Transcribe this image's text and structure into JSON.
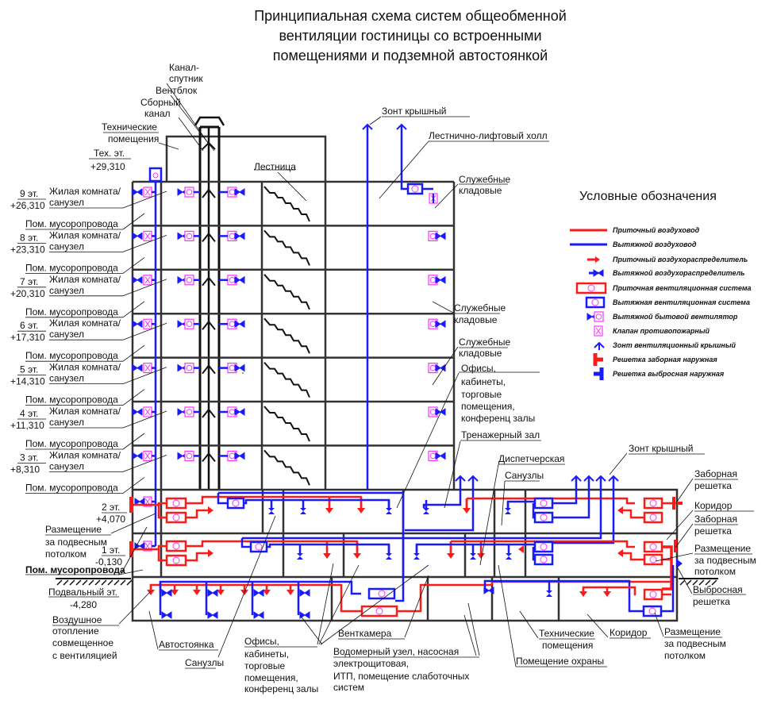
{
  "title": [
    "Принципиальная схема систем общеобменной",
    "вентиляции гостиницы со встроенными",
    "помещениями и подземной автостоянкой"
  ],
  "top_labels": {
    "kanal_sputnik": [
      "Канал-",
      "спутник"
    ],
    "ventblok": "Вентблок",
    "sborny_kanal": [
      "Сборный",
      "канал"
    ],
    "tech_rooms": [
      "Технические",
      "помещения"
    ],
    "tech_floor": {
      "level": "Тех. эт.",
      "elevation": "+29,310"
    },
    "stairs": "Лестница",
    "roof_hood": "Зонт крышный",
    "stair_lift_hall": "Лестнично-лифтовый холл",
    "storage_1": [
      "Служебные",
      "кладовые"
    ],
    "storage_2": [
      "Служебные",
      "кладовые"
    ],
    "storage_3": [
      "Служебные",
      "кладовые"
    ]
  },
  "floors": [
    {
      "level": "9 эт.",
      "elevation": "+26,310",
      "room": [
        "Жилая комната/",
        "санузел"
      ],
      "chute": "Пом. мусоропровода"
    },
    {
      "level": "8 эт.",
      "elevation": "+23,310",
      "room": [
        "Жилая комната/",
        "санузел"
      ],
      "chute": "Пом. мусоропровода"
    },
    {
      "level": "7 эт.",
      "elevation": "+20,310",
      "room": [
        "Жилая комната/",
        "санузел"
      ],
      "chute": "Пом. мусоропровода"
    },
    {
      "level": "6 эт.",
      "elevation": "+17,310",
      "room": [
        "Жилая комната/",
        "санузел"
      ],
      "chute": "Пом. мусоропровода"
    },
    {
      "level": "5 эт.",
      "elevation": "+14,310",
      "room": [
        "Жилая комната/",
        "санузел"
      ],
      "chute": "Пом. мусоропровода"
    },
    {
      "level": "4 эт.",
      "elevation": "+11,310",
      "room": [
        "Жилая комната/",
        "санузел"
      ],
      "chute": "Пом. мусоропровода"
    },
    {
      "level": "3 эт.",
      "elevation": "+8,310",
      "room": [
        "Жилая комната/",
        "санузел"
      ],
      "chute": "Пом. мусоропровода"
    }
  ],
  "lower_labels": {
    "floor2": {
      "level": "2 эт.",
      "elevation": "+4,070"
    },
    "ceiling_left": [
      "Размещение",
      "за подвесным",
      "потолком"
    ],
    "floor1": {
      "level": "1 эт.",
      "elevation": "-0,130"
    },
    "chute_1": "Пом. мусоропровода",
    "basement": {
      "level": "Подвальный эт.",
      "elevation": "-4,280"
    },
    "air_heating": [
      "Воздушное",
      "отопление",
      "совмещенное",
      "с вентиляцией"
    ],
    "parking": "Автостоянка",
    "wc_bottom": "Санузлы",
    "offices_bottom": [
      "Офисы,",
      "кабинеты,",
      "торговые",
      "помещения,",
      "конференц залы"
    ],
    "ventchamber": "Венткамера",
    "utility": [
      "Водомерный узел, насосная",
      "электрощитовая,",
      "ИТП, помещение слаботочных",
      "систем"
    ],
    "security": "Помещение охраны",
    "tech_bottom": [
      "Технические",
      "помещения"
    ],
    "corridor_bottom": "Коридор",
    "ceiling_bottom": [
      "Размещение",
      "за подвесным",
      "потолком"
    ],
    "offices_top": [
      "Офисы,",
      "кабинеты,",
      "торговые",
      "помещения,",
      "конференц залы"
    ],
    "gym": "Тренажерный зал",
    "dispatch": "Диспетчерская",
    "wc_top": "Санузлы",
    "roof_hood_2": "Зонт крышный",
    "intake_1": [
      "Заборная",
      "решетка"
    ],
    "corridor_right": "Коридор",
    "intake_2": [
      "Заборная",
      "решетка"
    ],
    "ceiling_right": [
      "Размещение",
      "за подвесным",
      "потолком"
    ],
    "exhaust_grille": [
      "Выбросная",
      "решетка"
    ]
  },
  "legend": {
    "title": "Условные обозначения",
    "items": [
      {
        "label": "Приточный воздуховод",
        "icon": "supply-duct"
      },
      {
        "label": "Вытяжной воздуховод",
        "icon": "exhaust-duct"
      },
      {
        "label": "Приточный воздухораспределитель",
        "icon": "supply-diffuser"
      },
      {
        "label": "Вытяжной воздухораспределитель",
        "icon": "exhaust-diffuser"
      },
      {
        "label": "Приточная вентиляционная система",
        "icon": "supply-unit"
      },
      {
        "label": "Вытяжная вентиляционная система",
        "icon": "exhaust-unit"
      },
      {
        "label": "Вытяжной бытовой вентилятор",
        "icon": "household-fan"
      },
      {
        "label": "Клапан противопожарный",
        "icon": "fire-damper"
      },
      {
        "label": "Зонт вентиляционный крышный",
        "icon": "roof-hood"
      },
      {
        "label": "Решетка заборная наружная",
        "icon": "intake-grille"
      },
      {
        "label": "Решетка выбросная наружная",
        "icon": "exhaust-grille"
      }
    ]
  },
  "colors": {
    "supply": "#ff1a1a",
    "exhaust": "#1a1aff",
    "equipment": "#ff33ff",
    "structure": "#333333"
  }
}
